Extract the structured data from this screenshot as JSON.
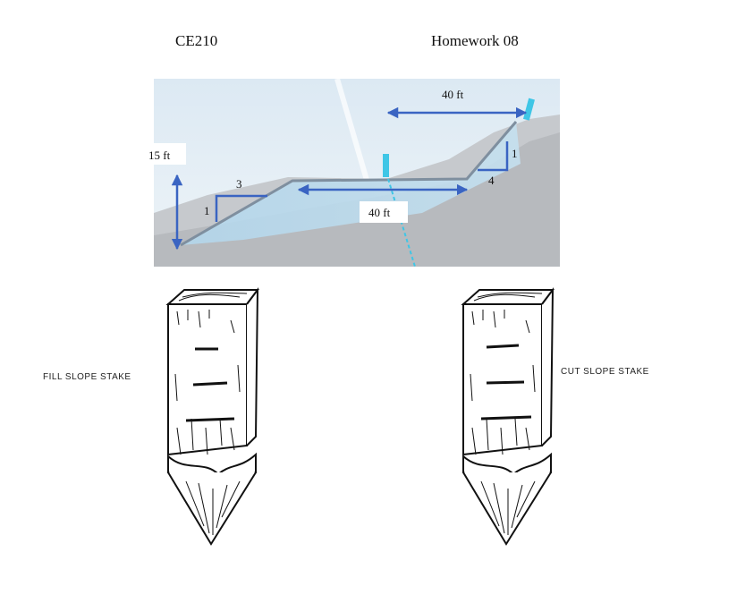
{
  "header": {
    "course": "CE210",
    "assignment": "Homework 08"
  },
  "diagram": {
    "top_width": "40 ft",
    "bottom_width": "40 ft",
    "height": "15 ft",
    "fill_slope": {
      "horizontal": "3",
      "vertical": "1"
    },
    "cut_slope": {
      "horizontal": "4",
      "vertical": "1"
    },
    "colors": {
      "dimension": "#3a64c2",
      "water": "#a9d2ea",
      "ground": "#c9ccd0",
      "stake_marker": "#3fc6e6"
    }
  },
  "stakes": {
    "fill": {
      "label": "FILL SLOPE STAKE"
    },
    "cut": {
      "label": "CUT SLOPE STAKE"
    }
  }
}
